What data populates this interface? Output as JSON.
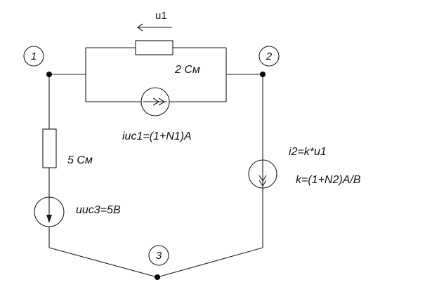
{
  "nodes": [
    {
      "id": "1",
      "label": "1"
    },
    {
      "id": "2",
      "label": "2"
    },
    {
      "id": "3",
      "label": "3"
    }
  ],
  "labels": {
    "voltage_arrow": "u1",
    "top_conductance": "2 См",
    "current_source_top": "iис1=(1+N1)A",
    "left_conductance": "5 См",
    "left_source": "uис3=5B",
    "dependent_source": "i2=k*u1",
    "gain": "k=(1+N2)A/B"
  },
  "colors": {
    "line": "#1a1a1a",
    "text": "#111111",
    "background": "#ffffff"
  }
}
